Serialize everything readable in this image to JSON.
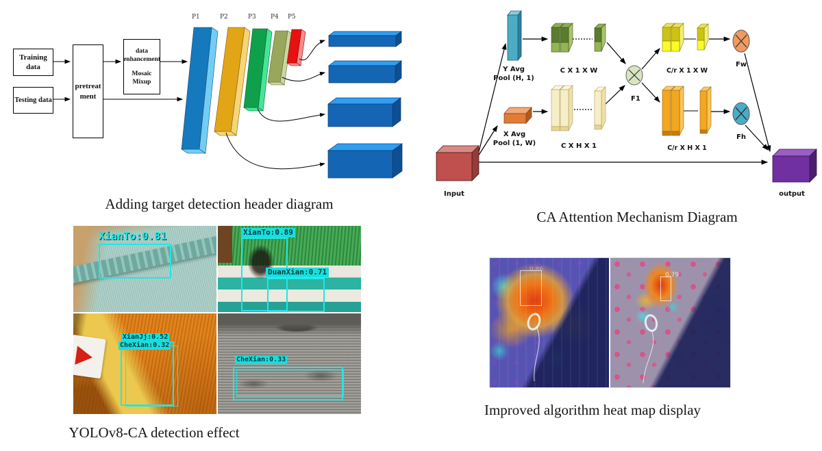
{
  "captions": {
    "flow_diagram": "Adding target detection header diagram",
    "ca_diagram": "CA Attention Mechanism Diagram",
    "detection": "YOLOv8-CA detection effect",
    "heatmap": "Improved algorithm heat map display"
  },
  "flow_diagram": {
    "training_box": {
      "line1": "Training",
      "line2": "data"
    },
    "testing_box": {
      "line1": "Testing data"
    },
    "pretreatment_box": {
      "line1": "pretreat",
      "line2": "ment"
    },
    "enhancement_box": {
      "line1": "data",
      "line2": "enhancement",
      "line3": "Mosaic",
      "line4": "Mixup"
    },
    "pyramid_labels": [
      "P1",
      "P2",
      "P3",
      "P4",
      "P5"
    ]
  },
  "ca_diagram": {
    "input_label": "Input",
    "output_label": "output",
    "y_pool_line1": "Y Avg",
    "y_pool_line2": "Pool (H, 1)",
    "x_pool_line1": "X Avg",
    "x_pool_line2": "Pool (1, W)",
    "concat_label": "F1",
    "c_1_w_label": "C X 1 X W",
    "c_h_1_label": "C X H X 1",
    "cr_1_w_label": "C/r X 1 X W",
    "cr_h_1_label": "C/r X H X 1",
    "fw_label": "Fw",
    "fh_label": "Fh"
  },
  "detection": {
    "panel_top_left": {
      "label1": "XianTo:0.81"
    },
    "panel_top_right": {
      "label1": "XianTo:0.89",
      "label2": "DuanXian:0.71"
    },
    "panel_bottom_left": {
      "label1": "XianJj:0.52",
      "label2": "CheXian:0.32"
    },
    "panel_bottom_right": {
      "label1": "CheXian:0.33"
    }
  },
  "heatmap": {
    "panel_left": {
      "score": "0.86"
    },
    "panel_right": {
      "score": "0.79"
    }
  },
  "colors": {
    "bbox_cyan": "#1de8e8",
    "pyramid": [
      "#1579bd",
      "#e2a515",
      "#0fa04b",
      "#99a75c",
      "#e81111"
    ],
    "head_blue": "#1466b4",
    "input_red": "#c0504d",
    "output_purple": "#7030a0",
    "fw_orange": "#ef9a5e",
    "fh_blue": "#4bacc6"
  }
}
